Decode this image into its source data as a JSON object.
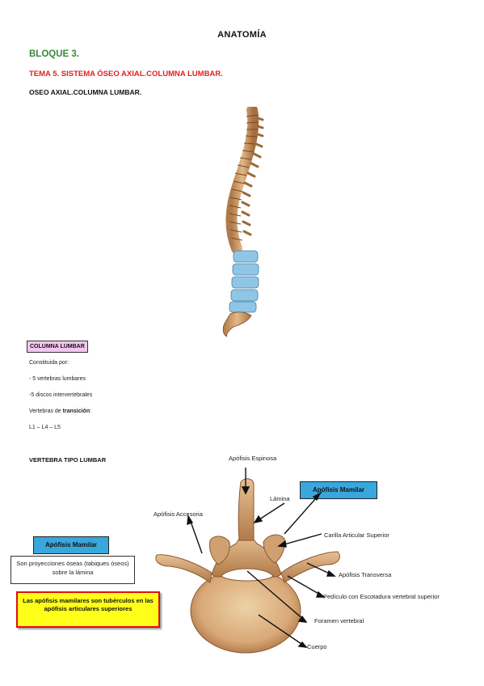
{
  "header": {
    "title": "ANATOMÍA",
    "bloque": "BLOQUE 3.",
    "tema": "TEMA 5. SISTEMA ÓSEO AXIAL.COLUMNA LUMBAR.",
    "subtitle": "OSEO AXIAL.COLUMNA LUMBAR."
  },
  "columna": {
    "badge": "COLUMNA LUMBAR",
    "lines": [
      "Constituida por:",
      "- 5 vertebras lumbares",
      "-5 discos intervertebrales"
    ],
    "transicion_prefix": "Vertebras de ",
    "transicion_bold": "transición",
    "transicion_suffix": ":",
    "levels": "L1 – L4 – L5"
  },
  "vertebra": {
    "heading": "VERTEBRA TIPO LUMBAR",
    "mamilar_box_left": "Apófisis Mamilar",
    "mamilar_box_right": "Apófisis Mamilar",
    "definition": "Son proyecciones óseas (tabiques óseos) sobre la lámina",
    "note": "Las apófisis mamilares son tubérculos en las apófisis articulares superiores",
    "labels": {
      "espinosa": "Apófisis Espinosa",
      "lamina": "Lámina",
      "accesoria": "Apófisis Accesoria",
      "carilla": "Carilla Articular Superior",
      "transversa": "Apófisis Transversa",
      "pediculo": "Pedículo con Escotadura vertebral superior",
      "foramen": "Foramen vertebral",
      "cuerpo": "Cuerpo"
    }
  },
  "colors": {
    "green": "#3a8a3a",
    "red": "#e02020",
    "pink": "#f4c6ef",
    "blue": "#3aa7dc",
    "yellow": "#ffff1a",
    "bone": "#d9a877",
    "lumbar_highlight": "#8fc6e6"
  }
}
